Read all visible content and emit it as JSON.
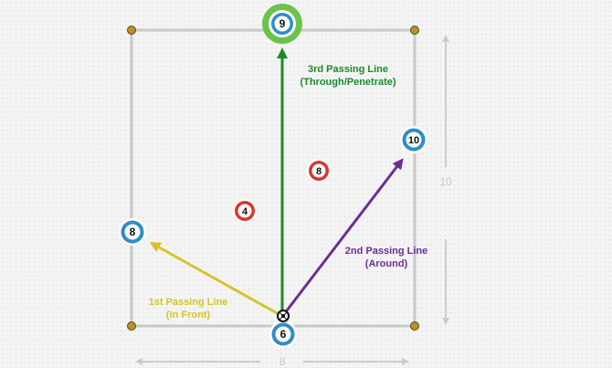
{
  "diagram": {
    "players": {
      "blue_top": "9",
      "blue_right": "10",
      "blue_left": "8",
      "blue_bottom": "6",
      "red_mid": "8",
      "red_left": "4"
    },
    "passing_lines": {
      "third": {
        "line1": "3rd Passing Line",
        "line2": "(Through/Penetrate)",
        "color": "#1a8c2c"
      },
      "second": {
        "line1": "2nd Passing Line",
        "line2": "(Around)",
        "color": "#6a2f93"
      },
      "first": {
        "line1": "1st Passing Line",
        "line2": "(In Front)",
        "color": "#d6c42c"
      }
    },
    "dimensions": {
      "height": "10",
      "width": "8"
    },
    "colors": {
      "blue_ring": "#2e8dc8",
      "red_ring": "#d9352c",
      "highlight_ring": "#6cc24a",
      "field_line": "#c9c9c9",
      "cone": "#b8902a"
    }
  }
}
